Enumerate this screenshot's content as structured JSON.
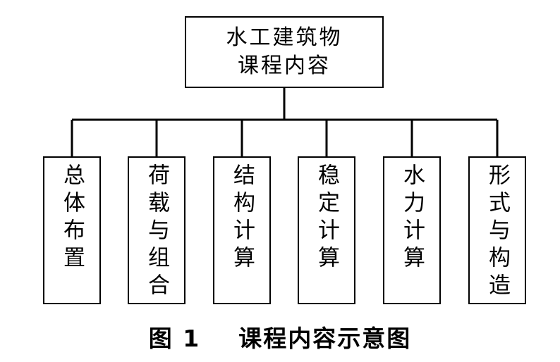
{
  "diagram": {
    "root": {
      "line1": "水工建筑物",
      "line2": "课程内容"
    },
    "children": [
      {
        "label": "总体布置"
      },
      {
        "label": "荷载与组合"
      },
      {
        "label": "结构计算"
      },
      {
        "label": "稳定计算"
      },
      {
        "label": "水力计算"
      },
      {
        "label": "形式与构造"
      }
    ],
    "caption": "图 1    课程内容示意图"
  }
}
